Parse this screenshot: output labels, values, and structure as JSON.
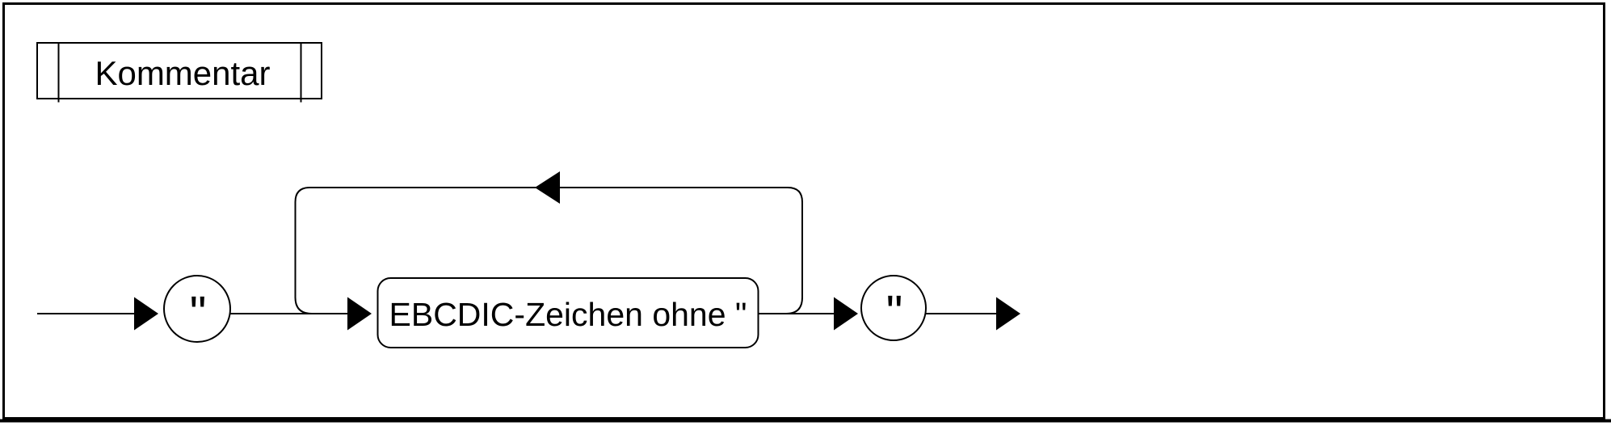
{
  "diagram": {
    "title": "Kommentar",
    "kind": "railroad-syntax-diagram",
    "nodes": {
      "start_terminal": {
        "type": "terminal",
        "shape": "circle",
        "label": "\""
      },
      "content": {
        "type": "terminal",
        "shape": "rounded-box",
        "label": "EBCDIC-Zeichen ohne \""
      },
      "end_terminal": {
        "type": "terminal",
        "shape": "circle",
        "label": "\""
      }
    },
    "flow": [
      "start",
      "start_terminal",
      "content",
      "end_terminal",
      "end"
    ],
    "loop": {
      "repeats": "content",
      "direction": "right-to-left"
    },
    "colors": {
      "stroke": "#000000",
      "background": "#ffffff",
      "text": "#000000"
    }
  }
}
